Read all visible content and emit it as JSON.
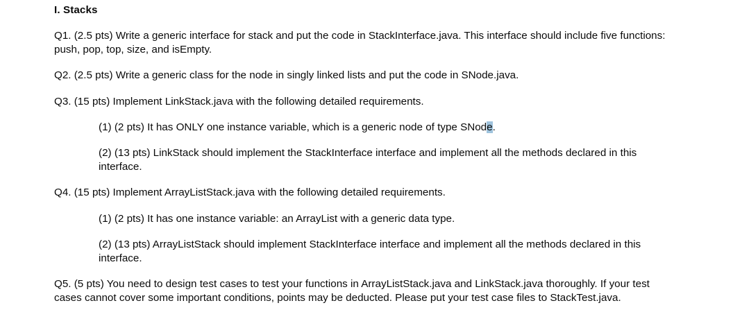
{
  "document": {
    "heading": "I. Stacks",
    "paragraphs": [
      {
        "id": "q1",
        "level": "main",
        "text": "Q1. (2.5 pts) Write a generic interface for stack and put the code in StackInterface.java. This interface should include five functions: push, pop, top, size, and isEmpty."
      },
      {
        "id": "q2",
        "level": "main",
        "text": "Q2. (2.5 pts) Write a generic class for the node in singly linked lists and put the code in SNode.java."
      },
      {
        "id": "q3",
        "level": "main",
        "text": "Q3. (15 pts) Implement LinkStack.java with the following detailed requirements."
      },
      {
        "id": "q3-1",
        "level": "sub",
        "text_before": "(1) (2 pts) It has ONLY one instance variable, which is a generic node of type SNod",
        "highlighted": "e",
        "text_after": "."
      },
      {
        "id": "q3-2",
        "level": "sub",
        "text": "(2) (13 pts) LinkStack should implement the StackInterface interface and implement all the methods declared in this interface."
      },
      {
        "id": "q4",
        "level": "main",
        "text": "Q4. (15 pts) Implement ArrayListStack.java with the following detailed requirements."
      },
      {
        "id": "q4-1",
        "level": "sub",
        "text": "(1) (2 pts) It has one instance variable: an ArrayList with a generic data type."
      },
      {
        "id": "q4-2",
        "level": "sub",
        "text": "(2) (13 pts) ArrayListStack should implement StackInterface interface and implement all the methods declared in this interface."
      },
      {
        "id": "q5",
        "level": "main",
        "text": "Q5. (5 pts) You need to design test cases to test your functions in ArrayListStack.java and LinkStack.java thoroughly. If your test cases cannot cover some important conditions, points may be deducted. Please put your test case files to StackTest.java."
      }
    ],
    "colors": {
      "background": "#ffffff",
      "text": "#0a0a0a",
      "selection_highlight": "#9fc3dd"
    }
  }
}
